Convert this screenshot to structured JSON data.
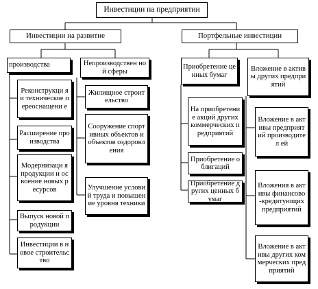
{
  "title": "Инвестиции на предприятии",
  "branches": {
    "development": {
      "title": "Инвестиции на развитие",
      "production": {
        "title": "производства",
        "items": [
          "Реконструкци я и техническое переоснащени е",
          "Расширение производства",
          "Модернизаци я продукции и освоение новых ресурсов",
          "Выпуск новой продукции",
          "Инвестиции в новое строительство"
        ]
      },
      "nonproduction": {
        "title": "Непроизводствен ной сферы",
        "items": [
          "Жилищное строительство",
          "Сооружение спортивных объектов и объектов оздоровления",
          "Улучшение условий труда и повышение уровня техники"
        ]
      }
    },
    "portfolio": {
      "title": "Портфельные инвестиции",
      "securities": {
        "title": "Приобретение ценных бумаг",
        "items": [
          "На приобретение акций других коммерческих предприятий",
          "Приобретение облигаций",
          "Приобретение других ценных бумаг"
        ]
      },
      "assets": {
        "title": "Вложение в активы других предприятий",
        "items": [
          "Вложение в активы предприятий производител ей",
          "Вложения в активы финансово-кредитующих предприятий",
          "Вложение в активы других коммерческих предприятий"
        ]
      }
    }
  }
}
